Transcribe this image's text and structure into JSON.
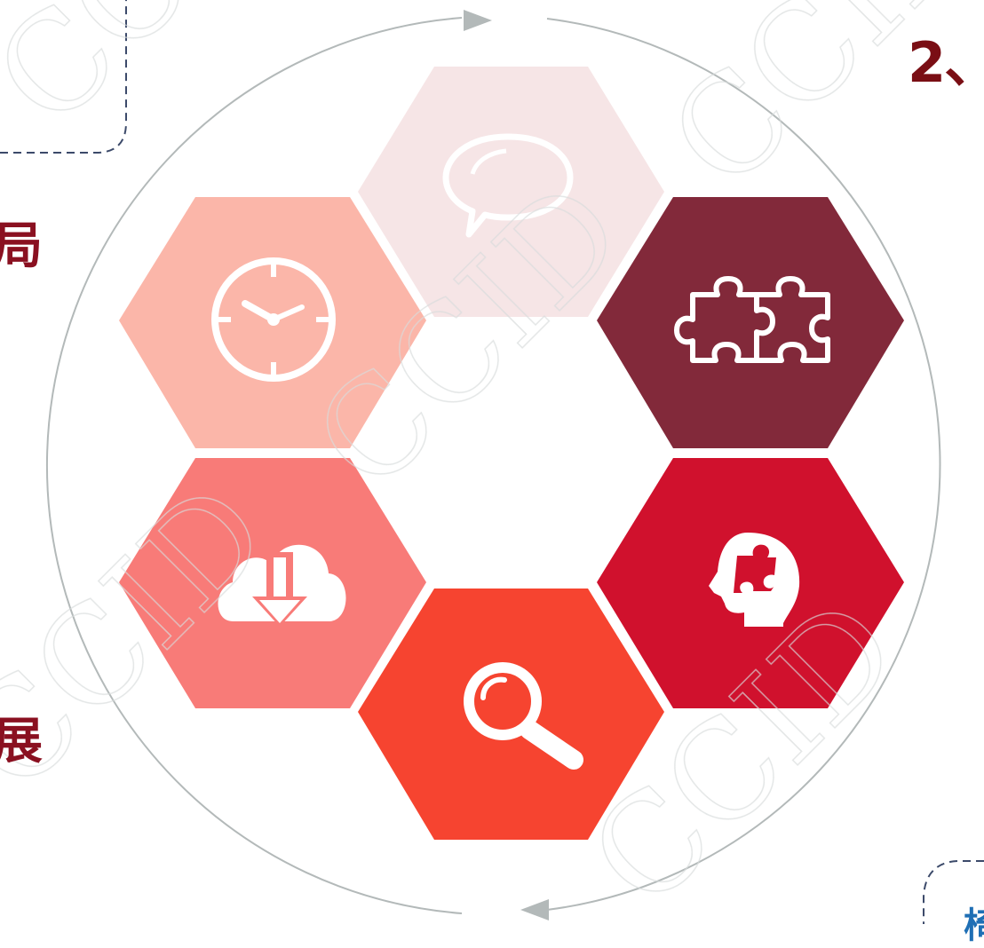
{
  "edge_text": {
    "top_right": "2、",
    "left_1": "局",
    "left_2": "展",
    "bottom_right": "椅"
  },
  "watermark": {
    "text": "CCID"
  },
  "colors": {
    "hex_top": "#f6e5e6",
    "hex_upper_left": "#fbb6a9",
    "hex_upper_right": "#82293a",
    "hex_lower_left": "#f87b78",
    "hex_lower_right": "#d0112d",
    "hex_bottom": "#f64430",
    "circle": "#b3b9b9",
    "dashed": "#3c4a6a"
  },
  "hexagons": [
    {
      "id": "top",
      "icon": "speech-bubble-icon"
    },
    {
      "id": "upper-left",
      "icon": "clock-icon"
    },
    {
      "id": "upper-right",
      "icon": "puzzle-icon"
    },
    {
      "id": "lower-left",
      "icon": "cloud-download-icon"
    },
    {
      "id": "lower-right",
      "icon": "brain-puzzle-icon"
    },
    {
      "id": "bottom",
      "icon": "magnifier-icon"
    }
  ]
}
